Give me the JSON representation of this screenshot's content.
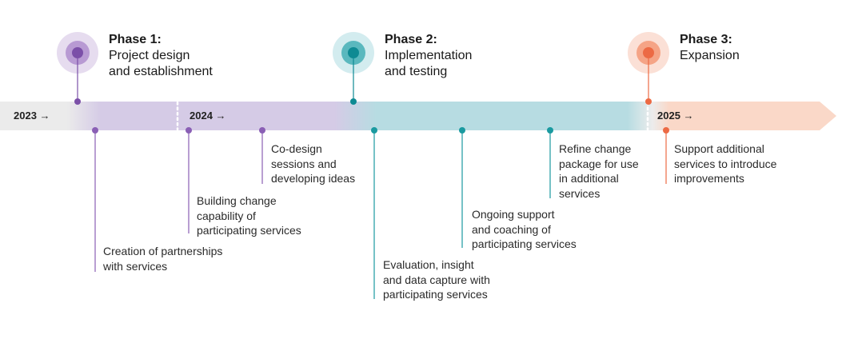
{
  "phases": [
    {
      "title": "Phase 1:",
      "line1": "Project design",
      "line2": "and establishment",
      "color": "#7b4fa8",
      "halo": "#e6dcef"
    },
    {
      "title": "Phase 2:",
      "line1": "Implementation",
      "line2": "and testing",
      "color": "#0e8a93",
      "halo": "#d3ecef"
    },
    {
      "title": "Phase 3:",
      "line1": "Expansion",
      "line2": "",
      "color": "#ec6a44",
      "halo": "#fbe0d6"
    }
  ],
  "years": [
    "2023 →",
    "2024 →",
    "2025 →"
  ],
  "milestones": [
    {
      "text": "Creation of partnerships\nwith services",
      "color": "#8a5fb5"
    },
    {
      "text": "Building change\ncapability of\nparticipating services",
      "color": "#8a5fb5"
    },
    {
      "text": "Co-design\nsessions and\ndeveloping ideas",
      "color": "#8a5fb5"
    },
    {
      "text": "Evaluation, insight\nand data capture with\nparticipating services",
      "color": "#1a9aa0"
    },
    {
      "text": "Ongoing support\nand coaching of\nparticipating services",
      "color": "#1a9aa0"
    },
    {
      "text": "Refine change\npackage for use\nin additional\nservices",
      "color": "#1a9aa0"
    },
    {
      "text": "Support additional\nservices to introduce\nimprovements",
      "color": "#ec6a44"
    }
  ],
  "colors": {
    "gray": "#e9e9e9",
    "purple": "#d5cbe6",
    "teal": "#b7dce2",
    "peach": "#fad8c8"
  }
}
